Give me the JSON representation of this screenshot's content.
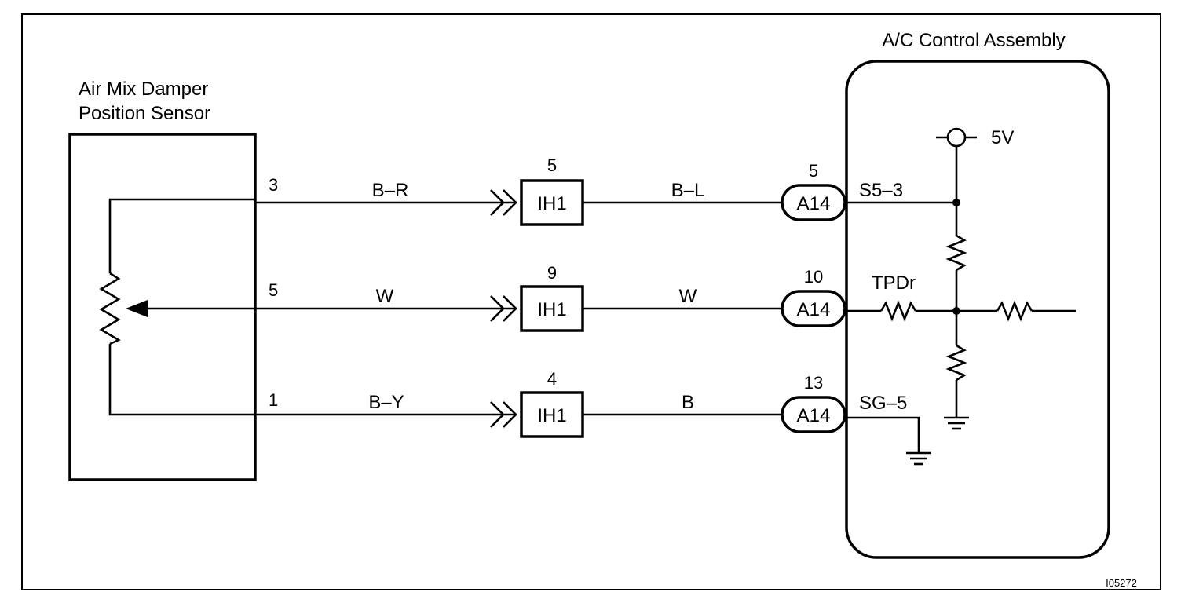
{
  "sensor": {
    "title_line1": "Air Mix Damper",
    "title_line2": "Position Sensor",
    "pins": [
      "3",
      "5",
      "1"
    ]
  },
  "assembly": {
    "title": "A/C Control Assembly",
    "supply": "5V",
    "terminals": [
      "S5–3",
      "TPDr",
      "SG–5"
    ]
  },
  "wires_left": [
    "B–R",
    "W",
    "B–Y"
  ],
  "wires_right": [
    "B–L",
    "W",
    "B"
  ],
  "junction": {
    "label": "IH1",
    "pins": [
      "5",
      "9",
      "4"
    ]
  },
  "connector": {
    "label": "A14",
    "pins": [
      "5",
      "10",
      "13"
    ]
  },
  "figure_code": "I05272"
}
